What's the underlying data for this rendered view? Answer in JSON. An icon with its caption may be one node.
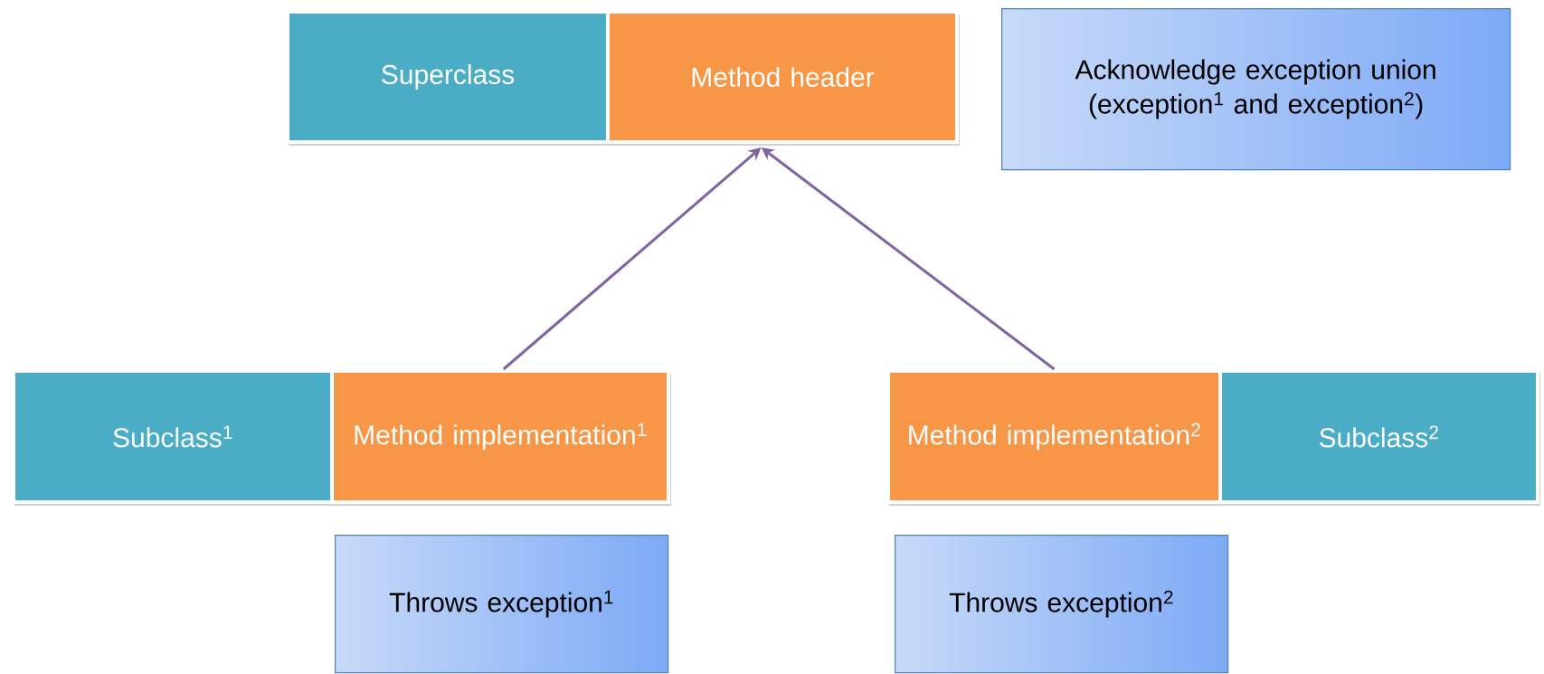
{
  "diagram": {
    "nodes": [
      {
        "text": [
          "Superclass"
        ]
      },
      {
        "text": [
          "Method header"
        ]
      },
      {
        "text": [
          "Acknowledge exception union (exception$^{1}$ and exception$^{2}$)"
        ]
      },
      {
        "text": [
          "Subclass$^{1}$"
        ]
      },
      {
        "text": [
          "Method implementation$^{1}$"
        ]
      },
      {
        "text": [
          "Method implementation$^{2}$"
        ]
      },
      {
        "text": [
          "Subclass$^{2}$"
        ]
      },
      {
        "text": [
          "Throws exception$^{1}$"
        ]
      },
      {
        "text": [
          "Throws exception$^{2}$"
        ]
      }
    ],
    "edges": [
      {
        "from": 4,
        "to": 1,
        "arrow": "to"
      },
      {
        "from": 5,
        "to": 1,
        "arrow": "to"
      }
    ]
  }
}
